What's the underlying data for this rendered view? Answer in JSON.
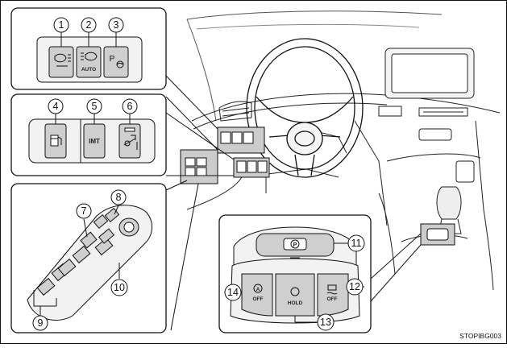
{
  "diagram": {
    "callouts": {
      "c1": "1",
      "c2": "2",
      "c3": "3",
      "c4": "4",
      "c5": "5",
      "c6": "6",
      "c7": "7",
      "c8": "8",
      "c9": "9",
      "c10": "10",
      "c11": "11",
      "c12": "12",
      "c13": "13",
      "c14": "14"
    },
    "button_texts": {
      "auto": "AUTO",
      "imt": "IMT",
      "hold": "HOLD",
      "off_left": "OFF",
      "off_right": "OFF",
      "p": "P"
    },
    "image_code": "STOPIBG003",
    "colors": {
      "line": "#111111",
      "panel_fill": "#f2f2f2",
      "button_fill": "#cfcfcf",
      "highlight_fill": "#bfbfbf"
    },
    "icons": [
      "headlight-leveling-icon",
      "auto-high-beam-icon",
      "parking-assist-icon",
      "fuel-door-icon",
      "imt-switch-icon",
      "hill-descent-icon",
      "steering-wheel-icon",
      "parking-brake-switch-icon",
      "brake-hold-icon",
      "stop-start-off-icon",
      "vsc-off-icon"
    ]
  }
}
